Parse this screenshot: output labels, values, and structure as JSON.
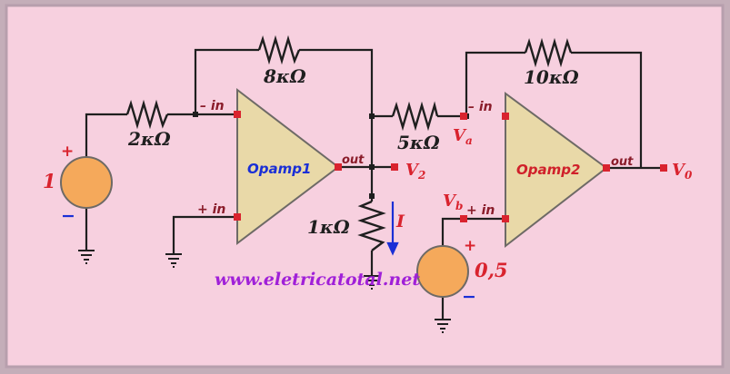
{
  "colors": {
    "background": "#f7d0df",
    "frame": "#bfa6b4",
    "wire": "#1f1f1f",
    "opamp_fill": "#e9d9a8",
    "opamp_stroke": "#6e6a66",
    "source_fill": "#f5a95b",
    "pin_marker": "#d9232e",
    "source_values": "#d9232e",
    "node_labels": "#d9232e",
    "pin_labels": "#8a1c2a",
    "opamp1_label": "#1a2fd6",
    "opamp2_label": "#d0202a",
    "current_arrow": "#1a2fd6",
    "website": "#a020d8"
  },
  "components": {
    "r1": "2κΩ",
    "r2": "8κΩ",
    "r3": "1κΩ",
    "r4": "5κΩ",
    "r5": "10κΩ",
    "source1_value": "1",
    "source2_value": "0,5",
    "plus": "+",
    "minus": "−"
  },
  "opamps": {
    "op1_name": "Opamp1",
    "op2_name": "Opamp2",
    "inverting": "– in",
    "noninverting": "+ in",
    "output": "out"
  },
  "nodes": {
    "v2": "V",
    "v2_sub": "2",
    "va": "V",
    "va_sub": "a",
    "vb": "V",
    "vb_sub": "b",
    "v0": "V",
    "v0_sub": "0",
    "current": "I"
  },
  "website": "www.eletricatotal.net"
}
